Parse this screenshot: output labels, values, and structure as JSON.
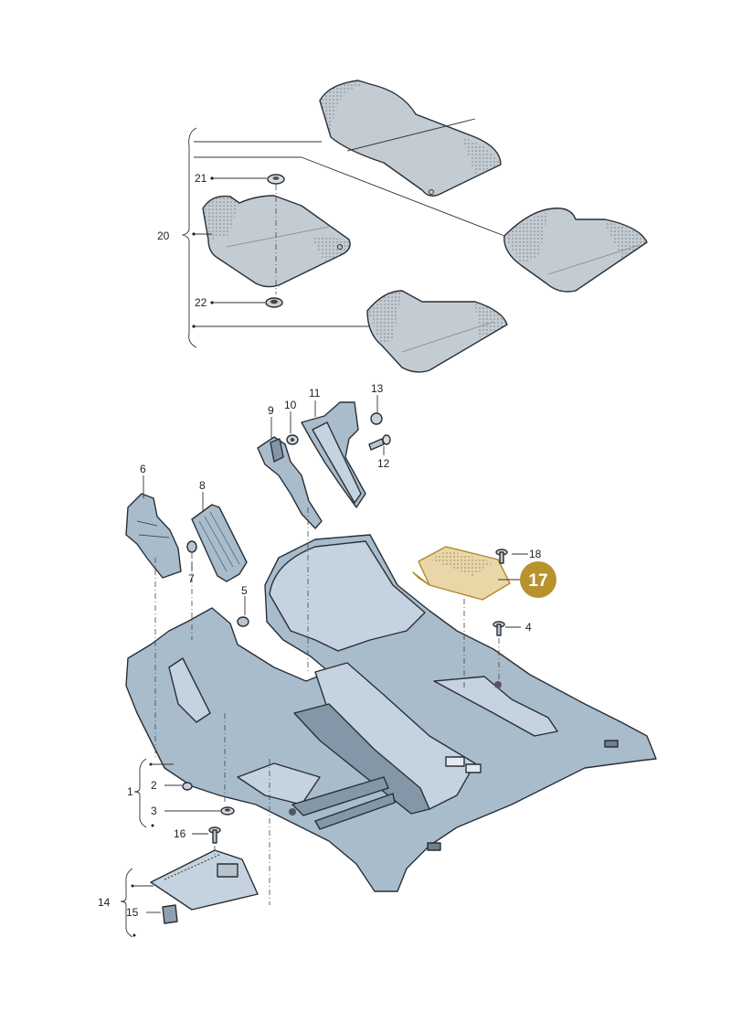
{
  "labels": {
    "p1": "1",
    "p2": "2",
    "p3": "3",
    "p4": "4",
    "p5": "5",
    "p6": "6",
    "p7": "7",
    "p8": "8",
    "p9": "9",
    "p10": "10",
    "p11": "11",
    "p12": "12",
    "p13": "13",
    "p14": "14",
    "p15": "15",
    "p16": "16",
    "p17": "17",
    "p18": "18",
    "p20": "20",
    "p21": "21",
    "p22": "22"
  },
  "highlight": {
    "part": "17",
    "fill": "#b8922e"
  }
}
